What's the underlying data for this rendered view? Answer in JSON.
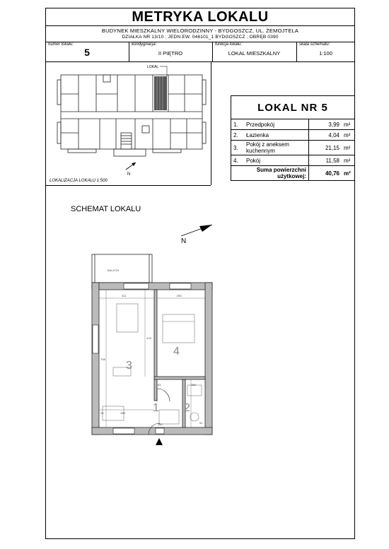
{
  "header": {
    "title": "METRYKA LOKALU",
    "subtitle": "BUDYNEK MIESZKALNY WIELORODZINNY - BYDGOSZCZ, UL. ŻEMOJTELA",
    "parcel_line": "DZIAŁKA NR 13/10 ;  JEDN.EW. 046101_1 BYDGOSZCZ  ;  OBRĘB 0390"
  },
  "info": {
    "unit_number_label": "numer lokalu:",
    "unit_number": "5",
    "floor_label": "kondygnacja:",
    "floor": "II PIĘTRO",
    "function_label": "funkcja lokalu:",
    "function": "LOKAL MIESZKALNY",
    "scale_label": "skala schematu:",
    "scale": "1:100"
  },
  "location_plan": {
    "lokal_tag": "LOKAL",
    "caption": "LOKALIZACJA LOKALU  1:500"
  },
  "rooms_table": {
    "title": "LOKAL  NR  5",
    "rows": [
      {
        "num": "1.",
        "name": "Przedpokój",
        "area": "3,99",
        "unit": "m²"
      },
      {
        "num": "2.",
        "name": "Łazienka",
        "area": "4,04",
        "unit": "m²"
      },
      {
        "num": "3.",
        "name": "Pokój z aneksem kuchennym",
        "area": "21,15",
        "unit": "m²"
      },
      {
        "num": "4.",
        "name": "Pokój",
        "area": "11,58",
        "unit": "m²"
      }
    ],
    "sum_label": "Suma powierzchni użytkowej:",
    "sum_area": "40,76",
    "sum_unit": "m²"
  },
  "schemat": {
    "title": "SCHEMAT LOKALU",
    "balcony": "BALKON",
    "room1": "1",
    "room2": "2",
    "room3": "3",
    "room4": "4",
    "dims": {
      "d311": "311",
      "d250": "250",
      "d478": "478",
      "d708": "708",
      "d158": "158",
      "d188": "188",
      "d150": "150",
      "d43": "43",
      "d63": "63",
      "d51": "51"
    }
  },
  "north_label": "N"
}
